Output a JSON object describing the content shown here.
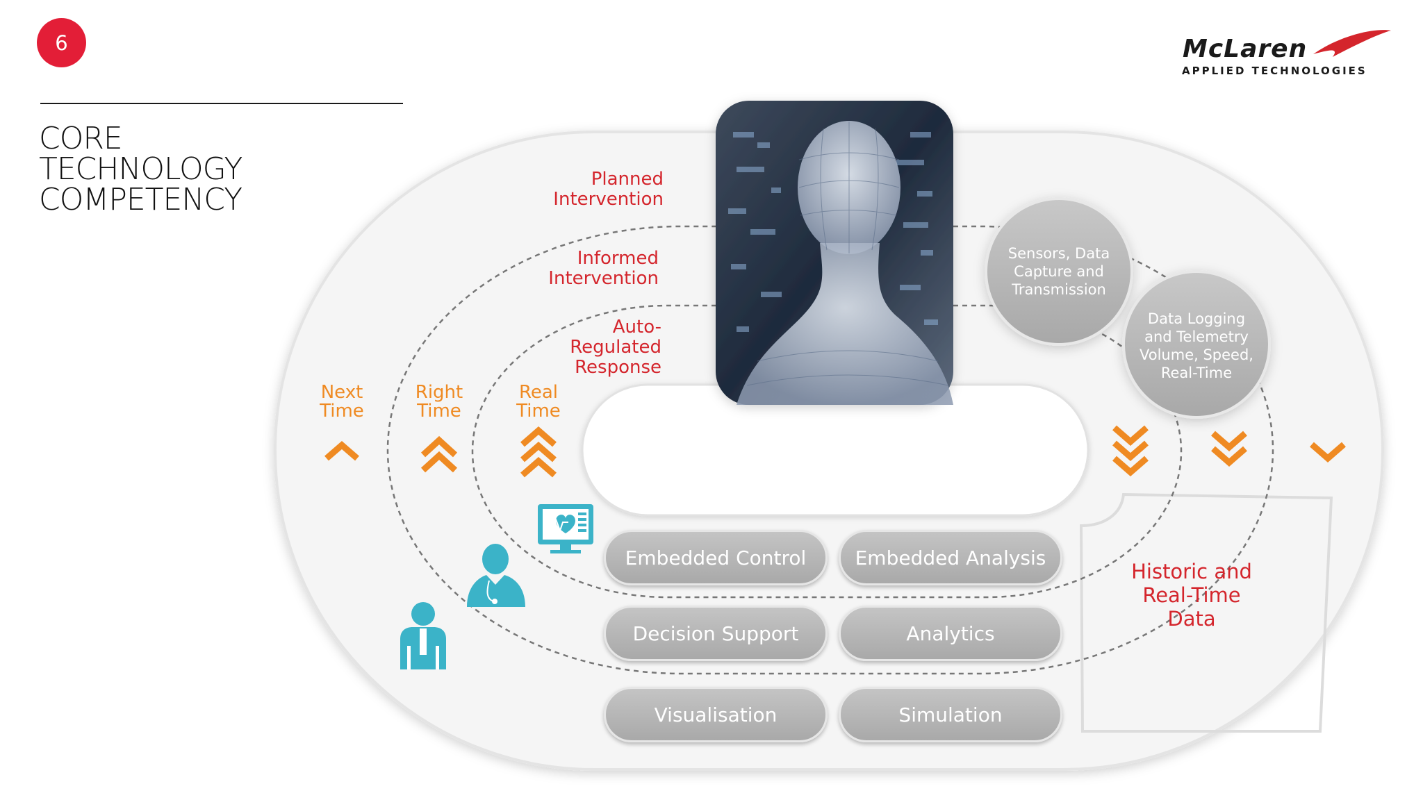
{
  "slide": {
    "page_number": "6",
    "badge_color": "#e31e37",
    "title_lines": [
      "CORE",
      "TECHNOLOGY",
      "COMPETENCY"
    ]
  },
  "logo": {
    "name": "McLaren",
    "tagline": "APPLIED TECHNOLOGIES"
  },
  "diagram": {
    "colors": {
      "red": "#d4252c",
      "orange": "#ef8a22",
      "teal": "#3bb3c8",
      "grey": "#b3b3b3"
    },
    "intervention_labels": [
      {
        "lines": [
          "Planned",
          "Intervention"
        ]
      },
      {
        "lines": [
          "Informed",
          "Intervention"
        ]
      },
      {
        "lines": [
          "Auto-",
          "Regulated",
          "Response"
        ]
      }
    ],
    "time_labels": [
      {
        "lines": [
          "Next",
          "Time"
        ],
        "chevrons": 1
      },
      {
        "lines": [
          "Right",
          "Time"
        ],
        "chevrons": 2
      },
      {
        "lines": [
          "Real",
          "Time"
        ],
        "chevrons": 3
      }
    ],
    "down_chevrons": [
      3,
      2,
      1
    ],
    "bubbles": [
      {
        "lines": [
          "Sensors, Data",
          "Capture and",
          "Transmission"
        ]
      },
      {
        "lines": [
          "Data Logging",
          "and Telemetry",
          "Volume, Speed,",
          "Real-Time"
        ]
      }
    ],
    "capabilities": [
      "Embedded Control",
      "Embedded Analysis",
      "Decision Support",
      "Analytics",
      "Visualisation",
      "Simulation"
    ],
    "historic_lines": [
      "Historic and",
      "Real-Time",
      "Data"
    ],
    "icons": [
      "heart-monitor-icon",
      "doctor-icon",
      "person-icon",
      "digital-human-image"
    ]
  }
}
